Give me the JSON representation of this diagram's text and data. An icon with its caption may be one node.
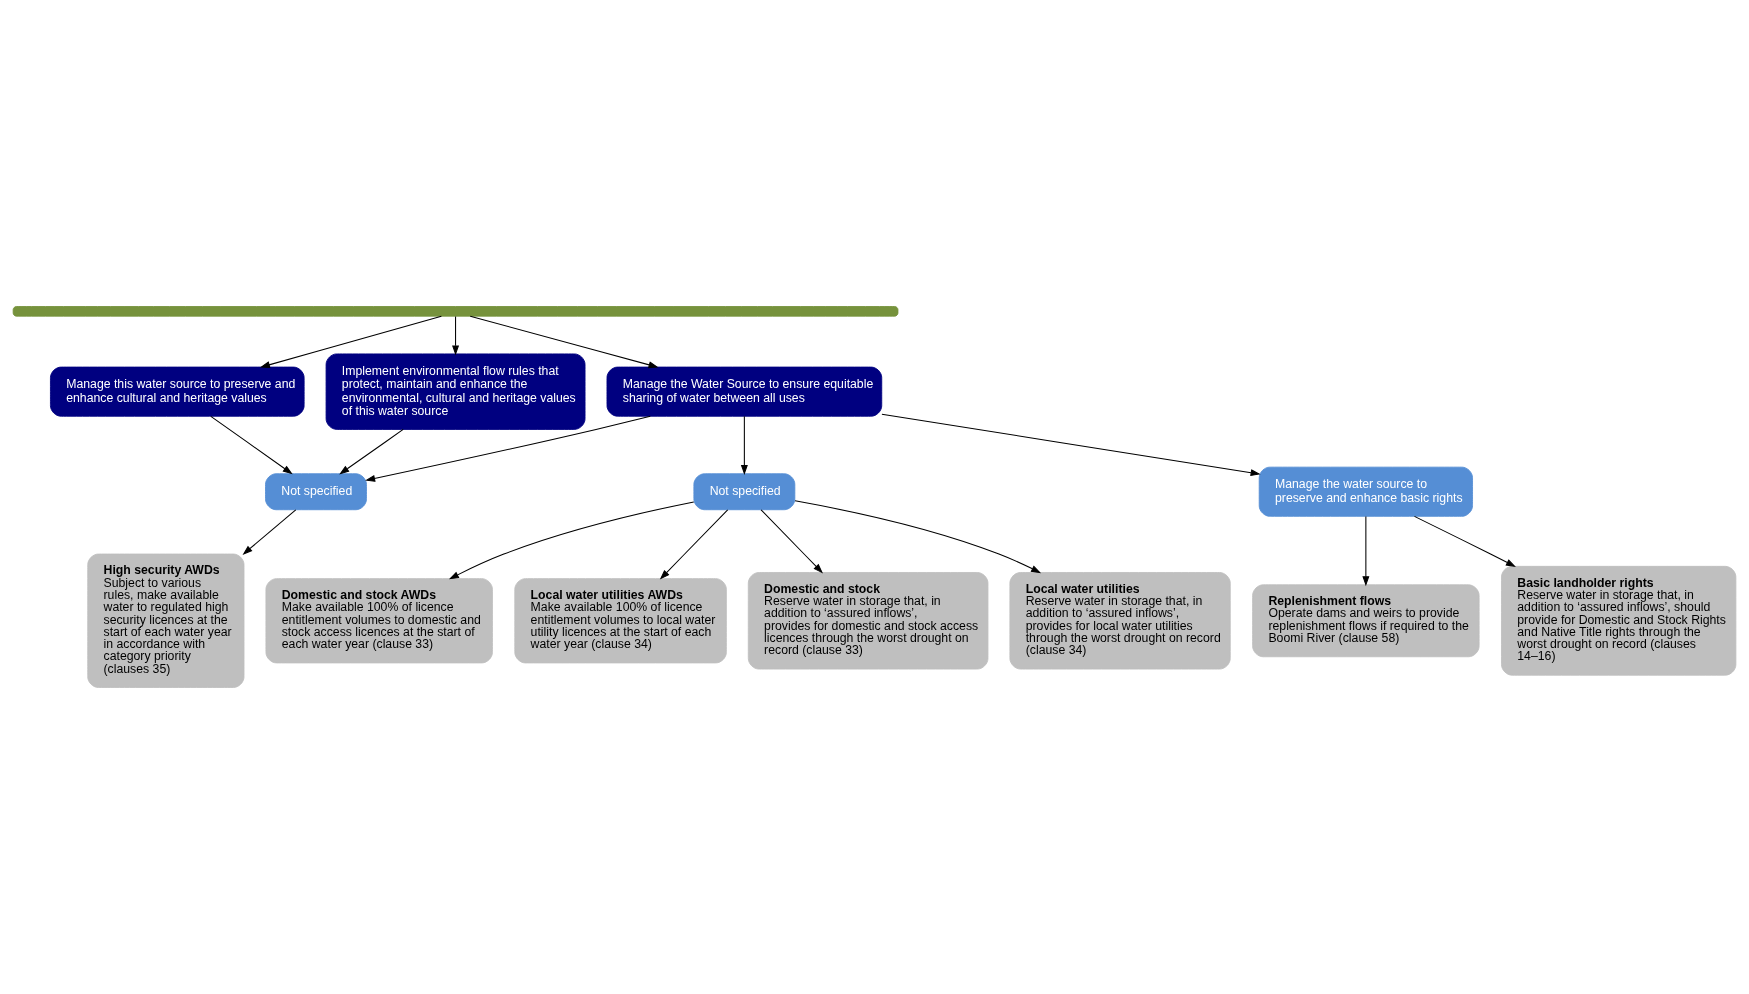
{
  "diagram": {
    "nodes": [
      {
        "text": [],
        "shape": "bar"
      },
      {
        "text": [
          "Manage this water source to preserve and enhance cultural and heritage values"
        ]
      },
      {
        "text": [
          "Implement environmental flow rules that protect, maintain and enhance the environmental, cultural and heritage values of this water source"
        ]
      },
      {
        "text": [
          "Manage the Water Source to ensure equitable sharing of water between all uses"
        ]
      },
      {
        "text": [
          "Not specified"
        ]
      },
      {
        "text": [
          "Not specified"
        ]
      },
      {
        "text": [
          "Manage the water source to preserve and enhance basic rights"
        ]
      },
      {
        "text": [
          "High security AWDs",
          "Subject to various rules, make available water to regulated high security licences at the start of each water year in accordance with category priority (clauses 35)"
        ]
      },
      {
        "text": [
          "Domestic and stock AWDs",
          "Make available 100% of licence entitlement volumes to domestic and stock access licences at the start of each water year (clause 33)"
        ]
      },
      {
        "text": [
          "Local water utilities AWDs",
          "Make available 100% of licence entitlement volumes to local water utility licences at the start of each water year (clause 34)"
        ]
      },
      {
        "text": [
          "Replenishment flows",
          "Operate dams and weirs to provide replenishment flows if required to the Boomi River (clause 58)"
        ]
      },
      {
        "text": [
          "Domestic and stock",
          "Reserve water in storage that, in addition to ‘assured inflows’, provides for domestic and stock access licences through the worst drought on record (clause 33)"
        ]
      },
      {
        "text": [
          "Local water utilities",
          "Reserve water in storage that, in addition to ‘assured inflows’, provides for local water utilities through the worst drought on record (clause 34)"
        ]
      },
      {
        "text": [
          "Basic landholder rights",
          "Reserve water in storage that, in addition to ‘assured inflows’, should provide for Domestic and Stock Rights and Native Title rights through the worst drought on record (clauses 14–16)"
        ]
      }
    ],
    "edges": [
      {
        "from": 0,
        "to": 1,
        "arrow": "to"
      },
      {
        "from": 0,
        "to": 2,
        "arrow": "to"
      },
      {
        "from": 0,
        "to": 3,
        "arrow": "to"
      },
      {
        "from": 1,
        "to": 4,
        "arrow": "to"
      },
      {
        "from": 2,
        "to": 4,
        "arrow": "to"
      },
      {
        "from": 3,
        "to": 4,
        "arrow": "to"
      },
      {
        "from": 3,
        "to": 5,
        "arrow": "to"
      },
      {
        "from": 3,
        "to": 6,
        "arrow": "to"
      },
      {
        "from": 4,
        "to": 7,
        "arrow": "to"
      },
      {
        "from": 5,
        "to": 8,
        "arrow": "to"
      },
      {
        "from": 5,
        "to": 9,
        "arrow": "to"
      },
      {
        "from": 5,
        "to": 11,
        "arrow": "to"
      },
      {
        "from": 5,
        "to": 12,
        "arrow": "to"
      },
      {
        "from": 6,
        "to": 10,
        "arrow": "to"
      },
      {
        "from": 6,
        "to": 13,
        "arrow": "to"
      }
    ]
  }
}
